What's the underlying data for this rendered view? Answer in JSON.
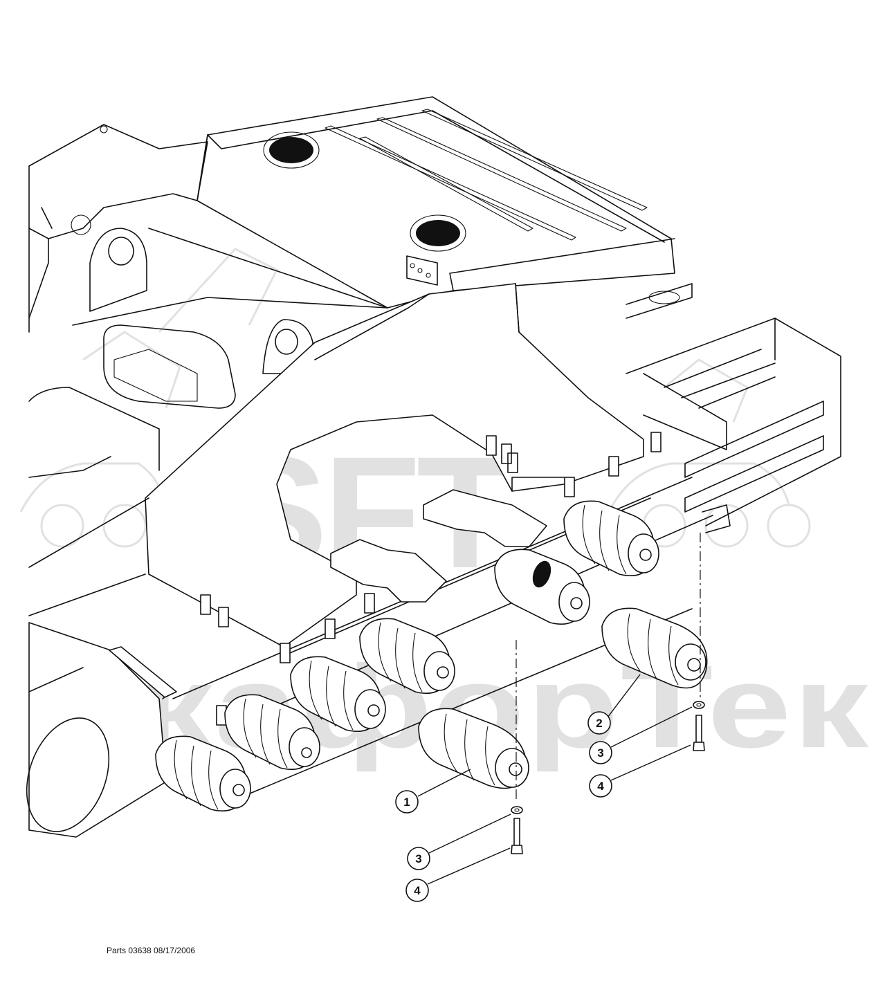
{
  "footer": {
    "reference": "Parts 03638 08/17/2006"
  },
  "watermark": {
    "brand": "SFT",
    "company": "СкафорТек"
  },
  "callouts": [
    {
      "number": "1",
      "part": "track roller (single flange)"
    },
    {
      "number": "2",
      "part": "track roller (double flange)"
    },
    {
      "number": "3",
      "part": "washer"
    },
    {
      "number": "4",
      "part": "bolt"
    }
  ],
  "colors": {
    "line": "#111111",
    "watermark": "#bdbdbd",
    "background": "#ffffff"
  }
}
